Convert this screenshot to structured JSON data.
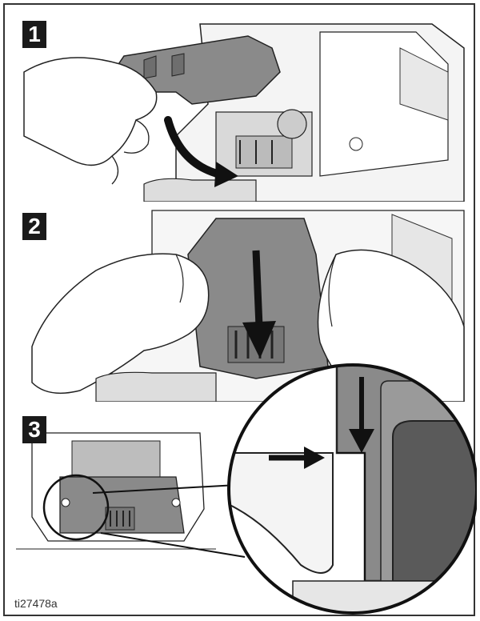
{
  "steps": [
    {
      "number": "1"
    },
    {
      "number": "2"
    },
    {
      "number": "3"
    }
  ],
  "figure_id": "ti27478a",
  "colors": {
    "part_gray": "#8a8a8a",
    "part_dark": "#5a5a5a",
    "line": "#1a1a1a",
    "badge": "#1a1a1a"
  },
  "icons": [
    "curved-arrow-icon",
    "down-arrow-icon",
    "right-arrow-icon",
    "magnifier-callout"
  ]
}
